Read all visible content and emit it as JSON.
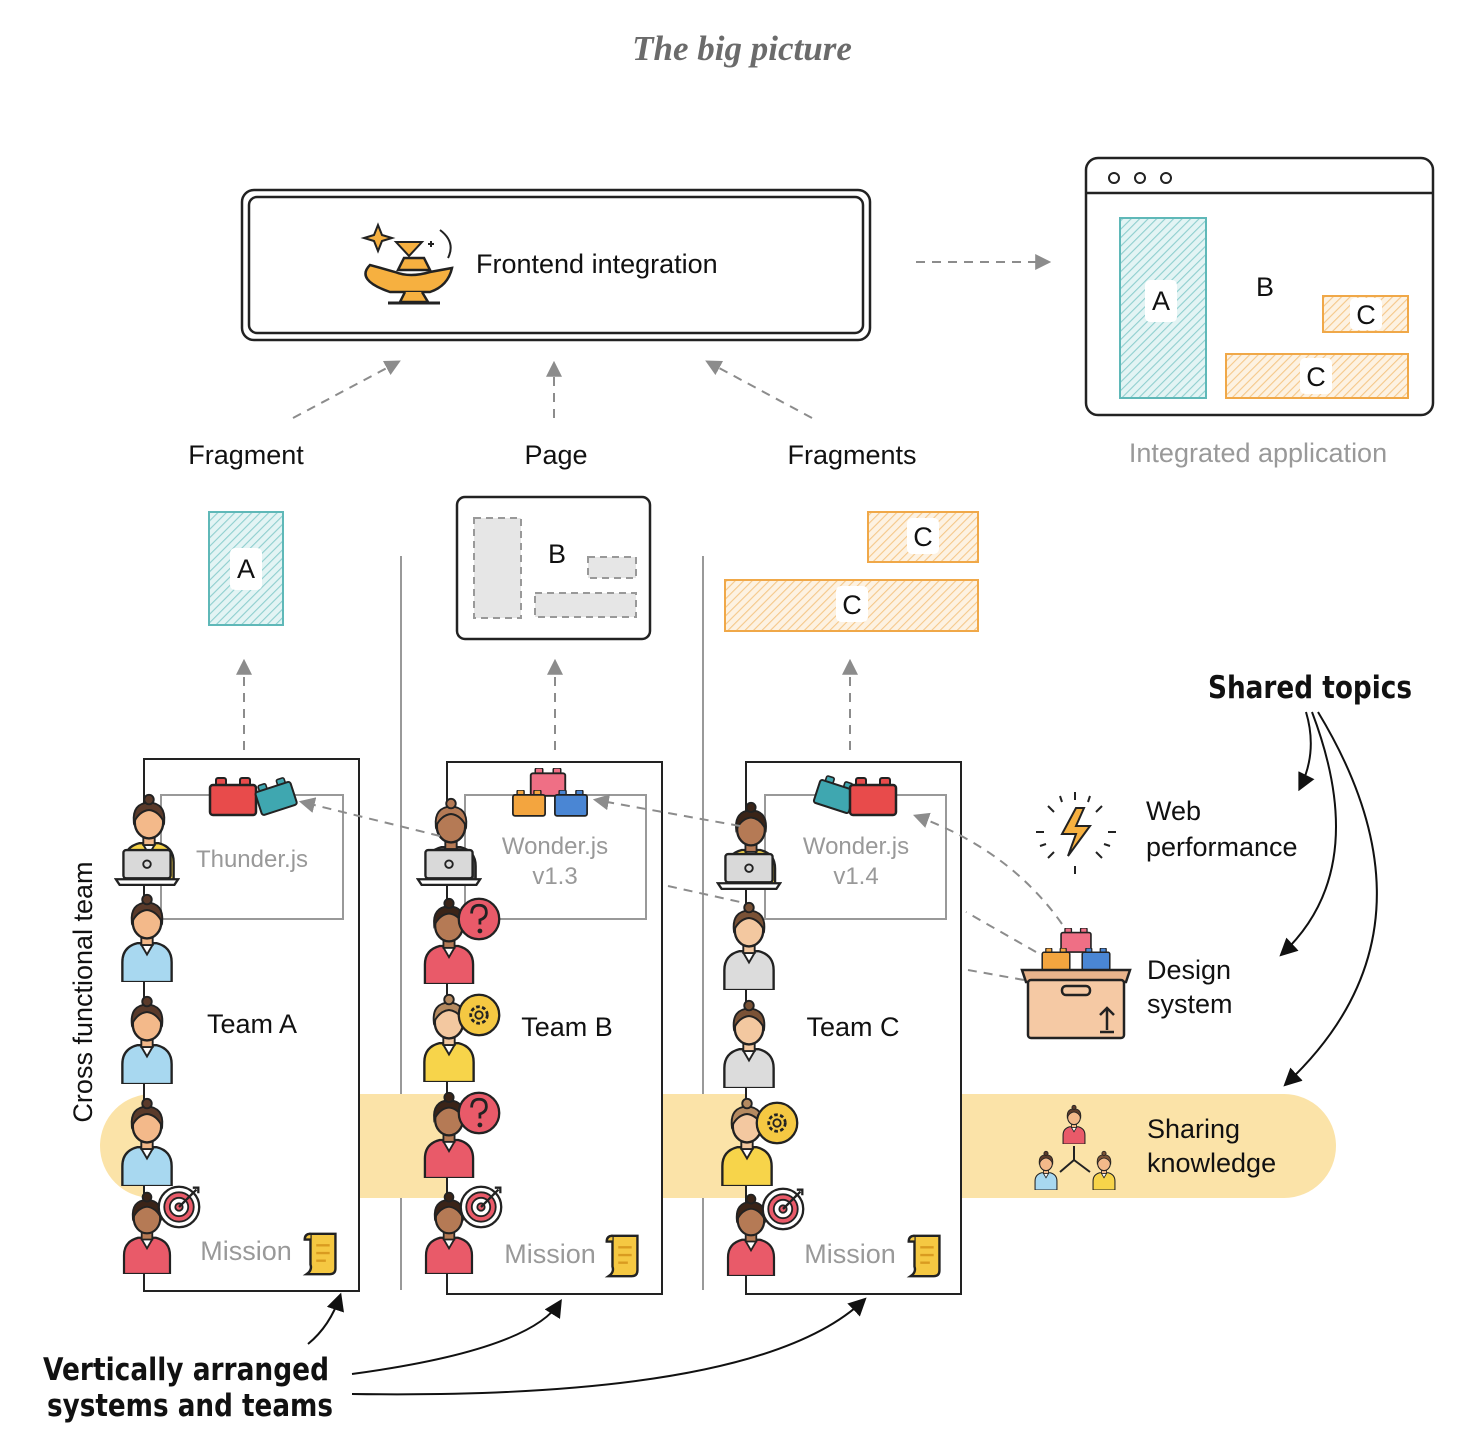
{
  "title": "The big picture",
  "integration": {
    "label": "Frontend integration",
    "icon": "magic-lamp-icon"
  },
  "integrated_app": {
    "caption": "Integrated application",
    "blocks": {
      "a": "A",
      "b": "B",
      "c_small": "C",
      "c_large": "C"
    }
  },
  "columns": [
    {
      "output_label": "Fragment",
      "fragment_letter": "A",
      "library": "Thunder.js",
      "library_version": "",
      "team": "Team A",
      "mission": "Mission"
    },
    {
      "output_label": "Page",
      "fragment_letter": "B",
      "library": "Wonder.js",
      "library_version": "v1.3",
      "team": "Team B",
      "mission": "Mission"
    },
    {
      "output_label": "Fragments",
      "fragment_letter": "C",
      "fragment_letter_2": "C",
      "library": "Wonder.js",
      "library_version": "v1.4",
      "team": "Team C",
      "mission": "Mission"
    }
  ],
  "cross_functional_label": "Cross functional team",
  "shared_topics": {
    "title": "Shared topics",
    "web_performance": [
      "Web",
      "performance"
    ],
    "design_system": [
      "Design",
      "system"
    ],
    "sharing_knowledge": [
      "Sharing",
      "knowledge"
    ]
  },
  "vertical_label": [
    "Vertically arranged",
    "systems and teams"
  ],
  "colors": {
    "teal": "#5fb8b8",
    "orange": "#f0a848",
    "band": "#fbe3a8",
    "grey_line": "#8c8c8c"
  }
}
